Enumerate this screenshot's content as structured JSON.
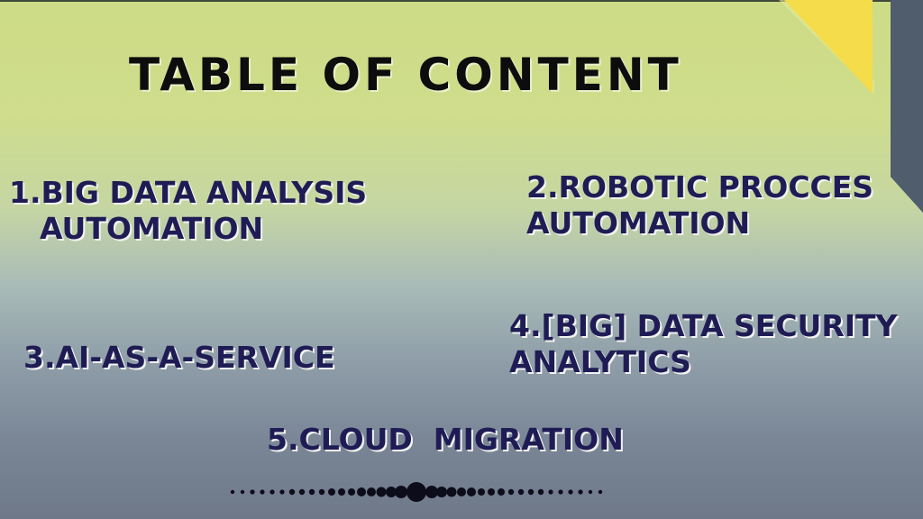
{
  "title": "TABLE OF CONTENT",
  "items": [
    {
      "line1": "1.BIG DATA ANALYSIS",
      "line2": "AUTOMATION"
    },
    {
      "line1": "2.ROBOTIC PROCCES",
      "line2": "AUTOMATION"
    },
    {
      "line1": "3.AI-AS-A-SERVICE"
    },
    {
      "line1": "4.[BIG] DATA SECURITY",
      "line2": "ANALYTICS"
    },
    {
      "line1": "5.CLOUD  MIGRATION"
    }
  ],
  "colors": {
    "text": "#1f1c55",
    "title": "#0d0d0d",
    "accent_yellow": "#f5dc4a",
    "accent_slate": "#4f5d6c"
  },
  "decorations": [
    "corner-stripes-graphic",
    "dot-progress-indicator"
  ]
}
